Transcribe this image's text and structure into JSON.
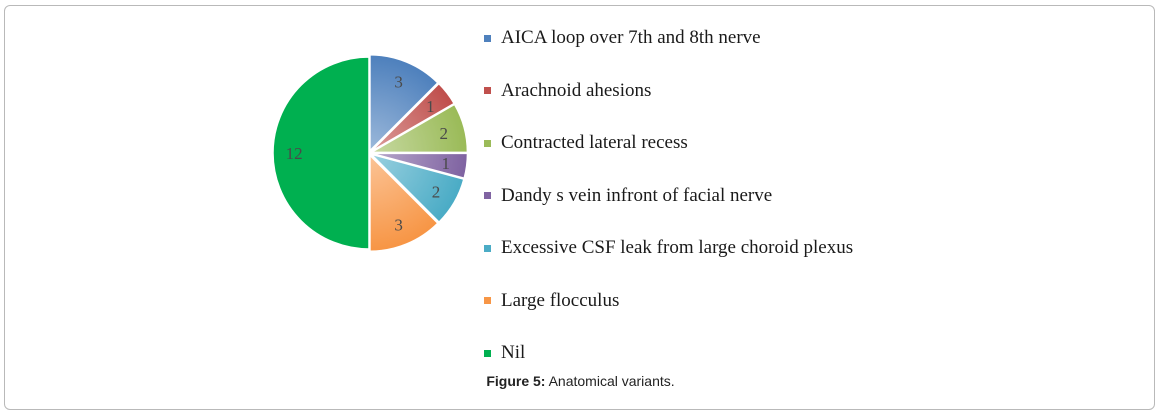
{
  "chart_data": {
    "type": "pie",
    "slices": [
      {
        "label": "AICA loop over 7th and 8th nerve",
        "value": 3,
        "color": "#4f81bd"
      },
      {
        "label": "Arachnoid ahesions",
        "value": 1,
        "color": "#c0504d"
      },
      {
        "label": "Contracted lateral recess",
        "value": 2,
        "color": "#9bbb59"
      },
      {
        "label": "Dandy s vein infront of facial nerve",
        "value": 1,
        "color": "#8064a2"
      },
      {
        "label": "Excessive CSF leak from large choroid plexus",
        "value": 2,
        "color": "#4bacc6"
      },
      {
        "label": "Large flocculus",
        "value": 3,
        "color": "#f79646"
      },
      {
        "label": "Nil",
        "value": 12,
        "color": "#00b050"
      }
    ],
    "legend_position": "right",
    "data_labels": true
  },
  "caption": {
    "label": "Figure 5:",
    "text": " Anatomical variants."
  }
}
